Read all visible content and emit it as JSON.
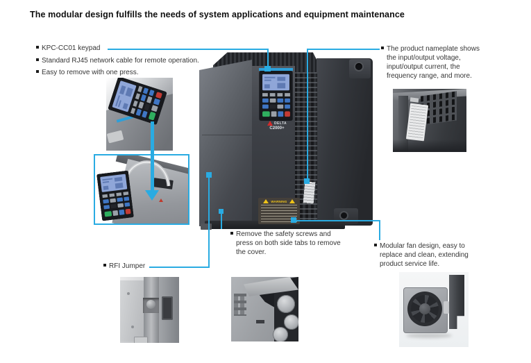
{
  "page": {
    "title": "The modular design fulfills the needs of system applications and equipment maintenance"
  },
  "callouts": {
    "keypad": {
      "items": [
        "KPC-CC01 keypad",
        "Standard RJ45 network cable for remote operation.",
        "Easy to remove with one press."
      ]
    },
    "nameplate": {
      "lines": [
        "The product nameplate shows",
        "the input/output voltage,",
        "input/output current, the",
        "frequency range, and more."
      ]
    },
    "cover": {
      "lines": [
        "Remove the safety screws and",
        "press on both side tabs to remove",
        "the cover."
      ]
    },
    "fan": {
      "lines": [
        "Modular fan design, easy to",
        "replace and clean, extending",
        "product service life."
      ]
    },
    "rfi_jumper": {
      "label": "RFI Jumper"
    }
  },
  "product": {
    "brand": "DELTA",
    "model": "C2000+",
    "warning_label": "WARNING"
  },
  "colors": {
    "callout_blue": "#29abe2",
    "warning_yellow": "#f0c419",
    "delta_red": "#d22b2b"
  }
}
